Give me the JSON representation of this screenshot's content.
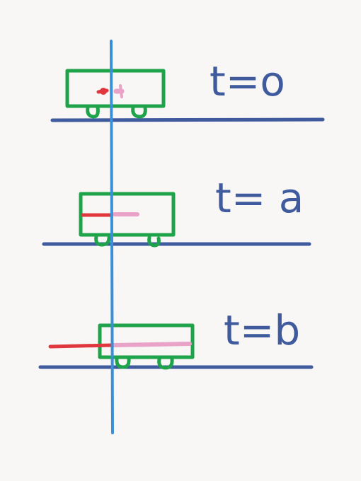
{
  "labels": {
    "t0": "t=o",
    "ta": "t= a",
    "tb": "t=b"
  },
  "colors": {
    "background": "#f8f7f5",
    "track": "#3f5b9e",
    "cart": "#1fa34a",
    "reference_line": "#3b8fd6",
    "red_segment": "#e0363d",
    "pink_segment": "#e9a3c8"
  },
  "frames": [
    {
      "time_label_key": "t0"
    },
    {
      "time_label_key": "ta"
    },
    {
      "time_label_key": "tb"
    }
  ]
}
